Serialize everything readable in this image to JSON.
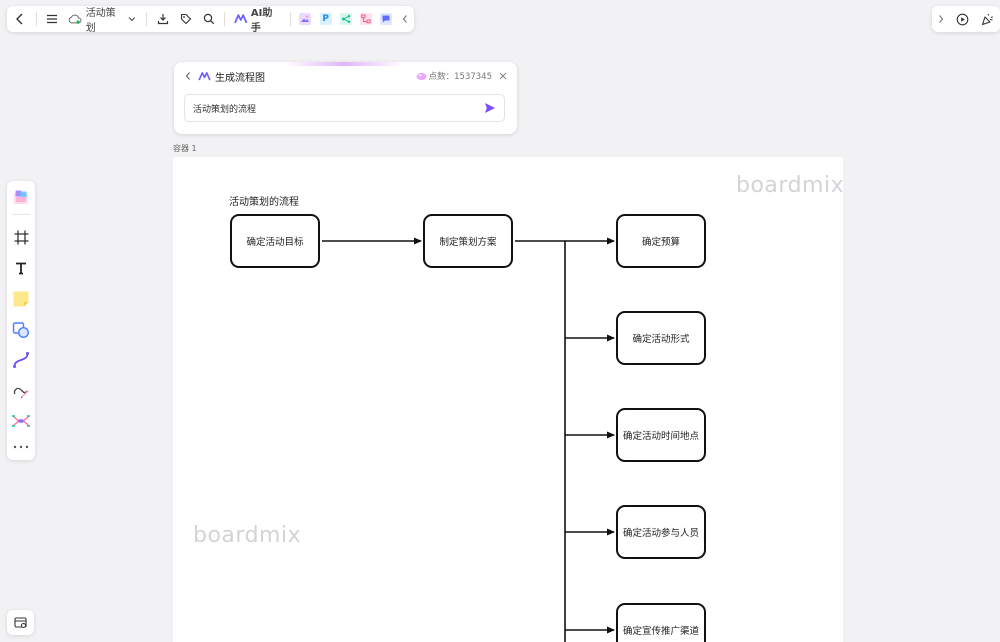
{
  "toolbar": {
    "file_name": "活动策划",
    "ai_label": "AI助手"
  },
  "ai_panel": {
    "title": "生成流程图",
    "points_label": "点数：1537345",
    "input_value": "活动策划的流程"
  },
  "canvas": {
    "container_label": "容器 1",
    "watermark": "boardmix",
    "flow_title": "活动策划的流程",
    "nodes": [
      {
        "id": "n1",
        "label": "确定活动目标"
      },
      {
        "id": "n2",
        "label": "制定策划方案"
      },
      {
        "id": "n3",
        "label": "确定预算"
      },
      {
        "id": "n4",
        "label": "确定活动形式"
      },
      {
        "id": "n5",
        "label": "确定活动时间地点"
      },
      {
        "id": "n6",
        "label": "确定活动参与人员"
      },
      {
        "id": "n7",
        "label": "确定宣传推广渠道"
      }
    ]
  },
  "colors": {
    "accent": "#7b4dff",
    "node_border": "#111111",
    "watermark": "#d4d4d8"
  }
}
